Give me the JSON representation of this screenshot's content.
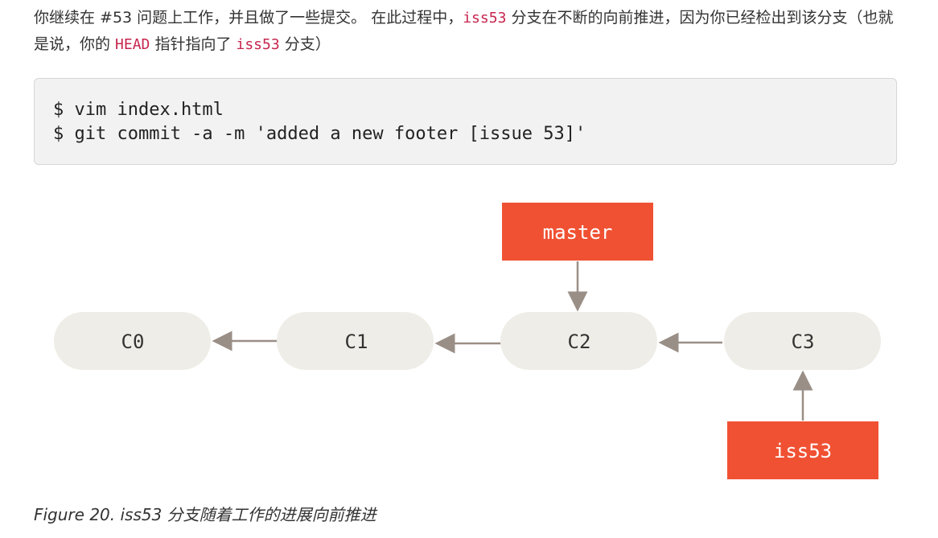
{
  "paragraph": {
    "part1": "你继续在 #53 问题上工作，并且做了一些提交。 在此过程中，",
    "code1": "iss53",
    "part2": " 分支在不断的向前推进，因为你已经检出到该分支（也就是说，你的 ",
    "code2": "HEAD",
    "part3": " 指针指向了 ",
    "code3": "iss53",
    "part4": " 分支）"
  },
  "codeblock": {
    "lines": [
      "$ vim index.html",
      "$ git commit -a -m 'added a new footer [issue 53]'"
    ]
  },
  "diagram": {
    "commits": [
      "C0",
      "C1",
      "C2",
      "C3"
    ],
    "branches": {
      "master": "master",
      "iss53": "iss53"
    },
    "colors": {
      "commit_fill": "#efede7",
      "branch_fill": "#f05133",
      "branch_text": "#ffffff",
      "arrow": "#9a8f87",
      "commit_text": "#333333"
    }
  },
  "caption": "Figure 20. iss53 分支随着工作的进展向前推进"
}
